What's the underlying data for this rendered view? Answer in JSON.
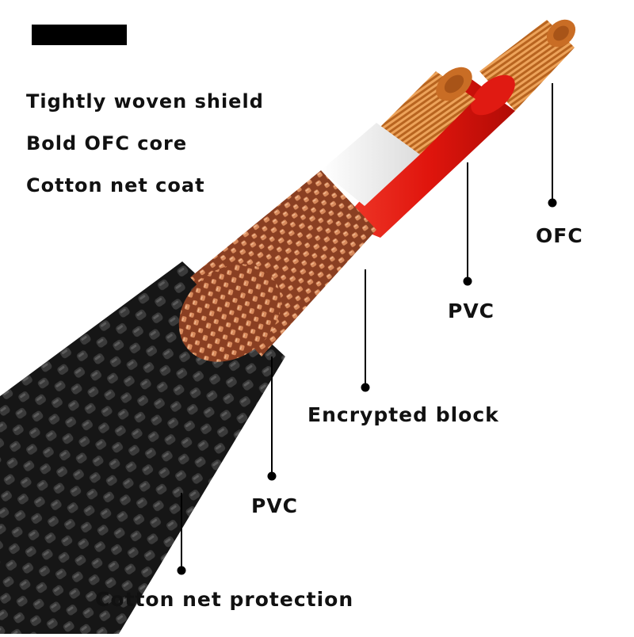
{
  "features": [
    "Tightly woven shield",
    "Bold OFC core",
    "Cotton net coat"
  ],
  "callouts": {
    "ofc": "OFC",
    "pvc_inner": "PVC",
    "encrypted_block": "Encrypted block",
    "pvc_outer": "PVC",
    "cotton_net_protection": "Cotton net protection"
  },
  "colors": {
    "background": "#ffffff",
    "outer_braid": "#1a1a1a",
    "copper_shield": "#c8734a",
    "red_insulation": "#e01a12",
    "white_insulation": "#f4f4f4",
    "copper_core": "#d98a3a",
    "text": "#111111"
  }
}
